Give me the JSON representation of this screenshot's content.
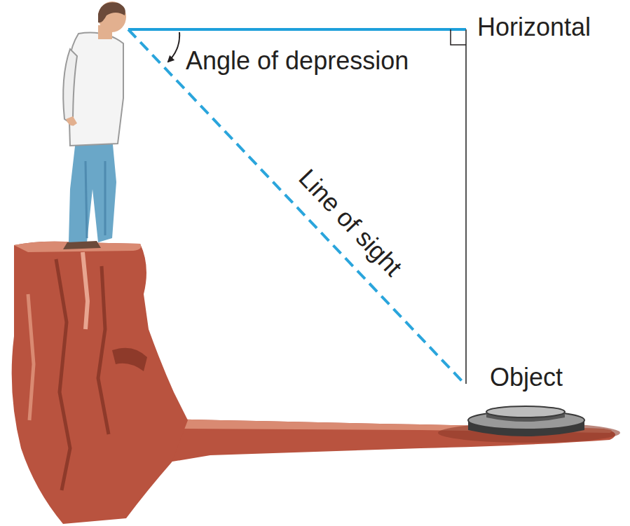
{
  "diagram": {
    "labels": [
      "Horizontal",
      "Angle of depression",
      "Line of sight",
      "Object"
    ]
  }
}
